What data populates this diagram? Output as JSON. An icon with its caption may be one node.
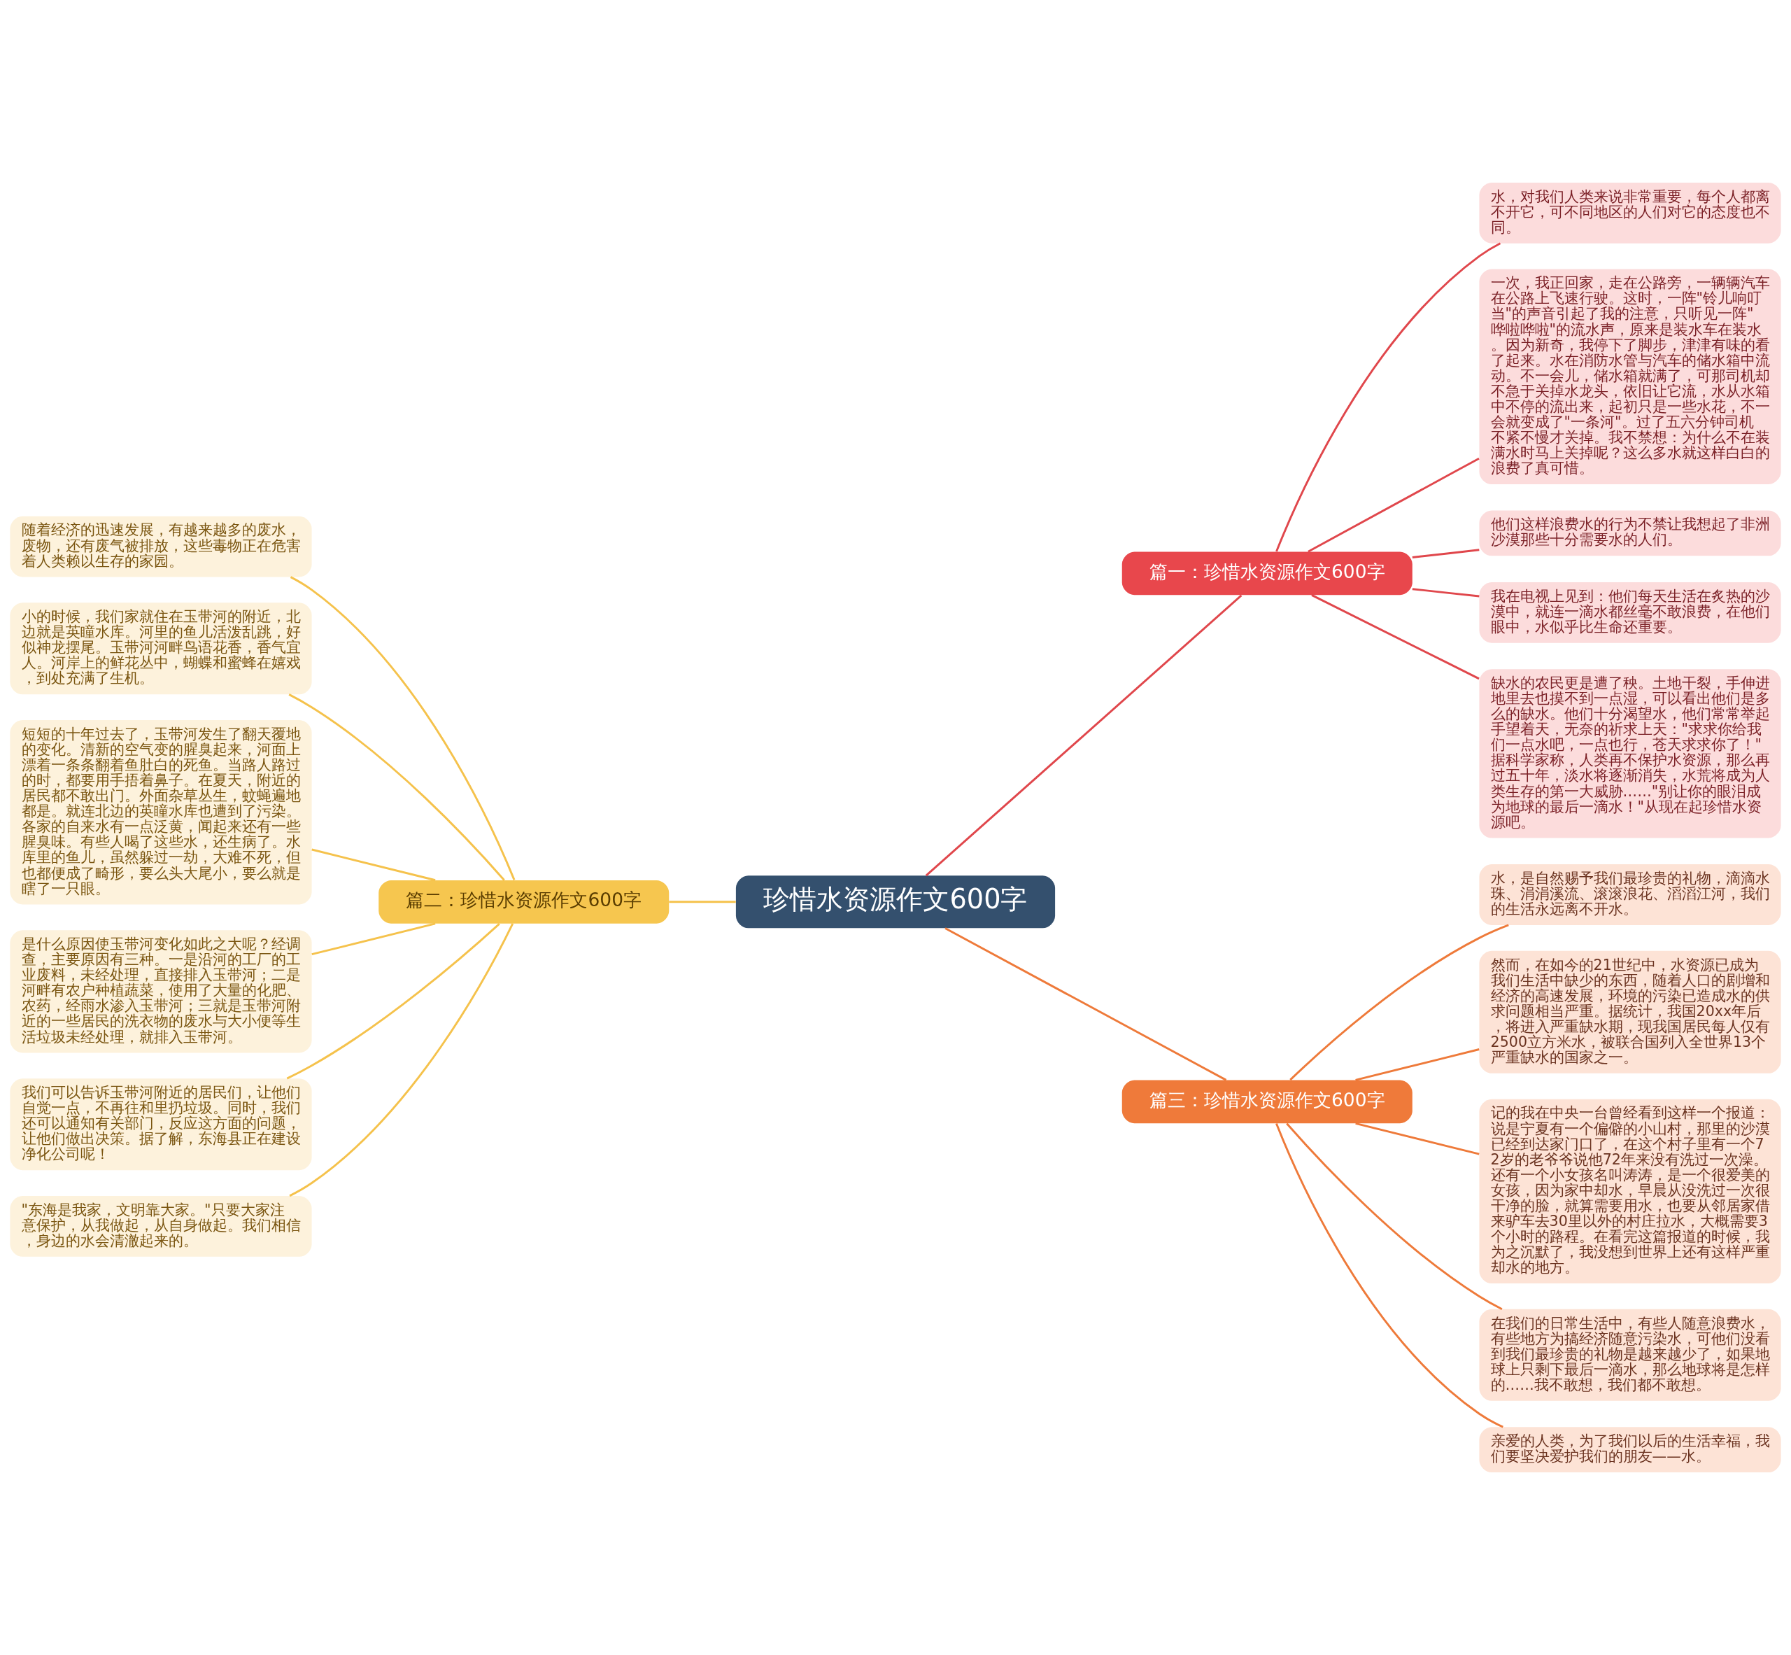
{
  "diagram": {
    "nodes": [
      {
        "text": [
          "珍惜水资源作文600字"
        ]
      },
      {
        "text": [
          "篇一：珍惜水资源作文600字"
        ]
      },
      {
        "text": [
          "水，对我们人类来说非常重要，每个人都离不开它，可不同地区的人们对它的态度也不同。"
        ]
      },
      {
        "text": [
          "一次，我正回家，走在公路旁，一辆辆汽车在公路上飞速行驶。这时，一阵\"铃儿响叮当\"的声音引起了我的注意，只听见一阵\"哗啦哗啦\"的流水声，原来是装水车在装水。因为新奇，我停下了脚步，津津有味的看了起来。水在消防水管与汽车的储水箱中流动。不一会儿，储水箱就满了，可那司机却不急于关掉水龙头，依旧让它流，水从水箱中不停的流出来，起初只是一些水花，不一会就变成了\"一条河\"。过了五六分钟司机不紧不慢才关掉。我不禁想：为什么不在装满水时马上关掉呢？这么多水就这样白白的浪费了真可惜。"
        ]
      },
      {
        "text": [
          "他们这样浪费水的行为不禁让我想起了非洲沙漠那些十分需要水的人们。"
        ]
      },
      {
        "text": [
          "我在电视上见到：他们每天生活在炙热的沙漠中，就连一滴水都丝毫不敢浪费，在他们眼中，水似乎比生命还重要。"
        ]
      },
      {
        "text": [
          "缺水的农民更是遭了秧。土地干裂，手伸进地里去也摸不到一点湿，可以看出他们是多么的缺水。他们十分渴望水，他们常常举起手望着天，无奈的祈求上天：\"求求你给我们一点水吧，一点也行，苍天求求你了！\"据科学家称，人类再不保护水资源，那么再过五十年，淡水将逐渐消失，水荒将成为人类生存的第一大威胁……\"别让你的眼泪成为地球的最后一滴水！\"从现在起珍惜水资源吧。"
        ]
      },
      {
        "text": [
          "篇二：珍惜水资源作文600字"
        ]
      },
      {
        "text": [
          "随着经济的迅速发展，有越来越多的废水，废物，还有废气被排放，这些毒物正在危害着人类赖以生存的家园。"
        ]
      },
      {
        "text": [
          "小的时候，我们家就住在玉带河的附近，北边就是英瞳水库。河里的鱼儿活泼乱跳，好似神龙摆尾。玉带河河畔鸟语花香，香气宜人。河岸上的鲜花丛中，蝴蝶和蜜蜂在嬉戏，到处充满了生机。"
        ]
      },
      {
        "text": [
          "短短的十年过去了，玉带河发生了翻天覆地的变化。清新的空气变的腥臭起来，河面上漂着一条条翻着鱼肚白的死鱼。当路人路过的时，都要用手捂着鼻子。在夏天，附近的居民都不敢出门。外面杂草丛生，蚊蝇遍地都是。就连北边的英瞳水库也遭到了污染。各家的自来水有一点泛黄，闻起来还有一些腥臭味。有些人喝了这些水，还生病了。水库里的鱼儿，虽然躲过一劫，大难不死，但也都便成了畸形，要么头大尾小，要么就是瞎了一只眼。"
        ]
      },
      {
        "text": [
          "是什么原因使玉带河变化如此之大呢？经调查，主要原因有三种。一是沿河的工厂的工业废料，未经处理，直接排入玉带河；二是河畔有农户种植蔬菜，使用了大量的化肥、农药，经雨水渗入玉带河；三就是玉带河附近的一些居民的洗衣物的废水与大小便等生活垃圾未经处理，就排入玉带河。"
        ]
      },
      {
        "text": [
          "我们可以告诉玉带河附近的居民们，让他们自觉一点，不再往和里扔垃圾。同时，我们还可以通知有关部门，反应这方面的问题，让他们做出决策。据了解，东海县正在建设净化公司呢！"
        ]
      },
      {
        "text": [
          "\"东海是我家，文明靠大家。\"只要大家注意保护，从我做起，从自身做起。我们相信，身边的水会清澈起来的。"
        ]
      },
      {
        "text": [
          "篇三：珍惜水资源作文600字"
        ]
      },
      {
        "text": [
          "水，是自然赐予我们最珍贵的礼物，滴滴水珠、涓涓溪流、滚滚浪花、滔滔江河，我们的生活永远离不开水。"
        ]
      },
      {
        "text": [
          "然而，在如今的21世纪中，水资源已成为我们生活中缺少的东西，随着人口的剧增和经济的高速发展，环境的污染已造成水的供求问题相当严重。据统计，我国20xx年后，将进入严重缺水期，现我国居民每人仅有2500立方米水，被联合国列入全世界13个严重缺水的国家之一。"
        ]
      },
      {
        "text": [
          "记的我在中央一台曾经看到这样一个报道：说是宁夏有一个偏僻的小山村，那里的沙漠已经到达家门口了，在这个村子里有一个72岁的老爷爷说他72年来没有洗过一次澡。还有一个小女孩名叫涛涛，是一个很爱美的女孩，因为家中却水，早晨从没洗过一次很干净的脸，就算需要用水，也要从邻居家借来驴车去30里以外的村庄拉水，大概需要3个小时的路程。在看完这篇报道的时候，我为之沉默了，我没想到世界上还有这样严重却水的地方。"
        ]
      },
      {
        "text": [
          "在我们的日常生活中，有些人随意浪费水，有些地方为搞经济随意污染水，可他们没看到我们最珍贵的礼物是越来越少了，如果地球上只剩下最后一滴水，那么地球将是怎样的……我不敢想，我们都不敢想。"
        ]
      },
      {
        "text": [
          "亲爱的人类，为了我们以后的生活幸福，我们要坚决爱护我们的朋友——水。"
        ]
      }
    ],
    "edges": [
      {
        "from": 0,
        "to": 1,
        "arrow": "none",
        "color": "#e0474c"
      },
      {
        "from": 1,
        "to": 2,
        "arrow": "none",
        "color": "#e0474c"
      },
      {
        "from": 1,
        "to": 3,
        "arrow": "none",
        "color": "#e0474c"
      },
      {
        "from": 1,
        "to": 4,
        "arrow": "none",
        "color": "#e0474c"
      },
      {
        "from": 1,
        "to": 5,
        "arrow": "none",
        "color": "#e0474c"
      },
      {
        "from": 1,
        "to": 6,
        "arrow": "none",
        "color": "#e0474c"
      },
      {
        "from": 0,
        "to": 7,
        "arrow": "none",
        "color": "#f5c24c"
      },
      {
        "from": 7,
        "to": 8,
        "arrow": "none",
        "color": "#f5c24c"
      },
      {
        "from": 7,
        "to": 9,
        "arrow": "none",
        "color": "#f5c24c"
      },
      {
        "from": 7,
        "to": 10,
        "arrow": "none",
        "color": "#f5c24c"
      },
      {
        "from": 7,
        "to": 11,
        "arrow": "none",
        "color": "#f5c24c"
      },
      {
        "from": 7,
        "to": 12,
        "arrow": "none",
        "color": "#f5c24c"
      },
      {
        "from": 7,
        "to": 13,
        "arrow": "none",
        "color": "#f5c24c"
      },
      {
        "from": 0,
        "to": 14,
        "arrow": "none",
        "color": "#ee7a3a"
      },
      {
        "from": 14,
        "to": 15,
        "arrow": "none",
        "color": "#ee7a3a"
      },
      {
        "from": 14,
        "to": 16,
        "arrow": "none",
        "color": "#ee7a3a"
      },
      {
        "from": 14,
        "to": 17,
        "arrow": "none",
        "color": "#ee7a3a"
      },
      {
        "from": 14,
        "to": 18,
        "arrow": "none",
        "color": "#ee7a3a"
      },
      {
        "from": 14,
        "to": 19,
        "arrow": "none",
        "color": "#ee7a3a"
      }
    ]
  }
}
